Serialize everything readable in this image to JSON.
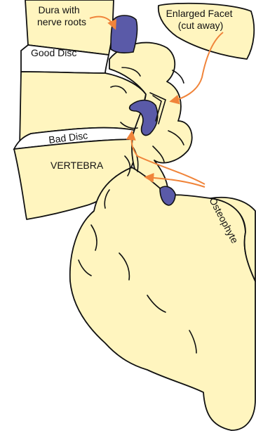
{
  "labels": {
    "dura": [
      "Dura with",
      "nerve roots"
    ],
    "facet": [
      "Enlarged Facet",
      "(cut away)"
    ],
    "good_disc": "Good Disc",
    "bad_disc": "Bad Disc",
    "vertebra": "VERTEBRA",
    "osteophyte": "Osteophyte"
  },
  "colors": {
    "bone": "#fff5bf",
    "dura": "#5a5aa8",
    "arrow": "#f0843a",
    "outline": "#111111"
  }
}
